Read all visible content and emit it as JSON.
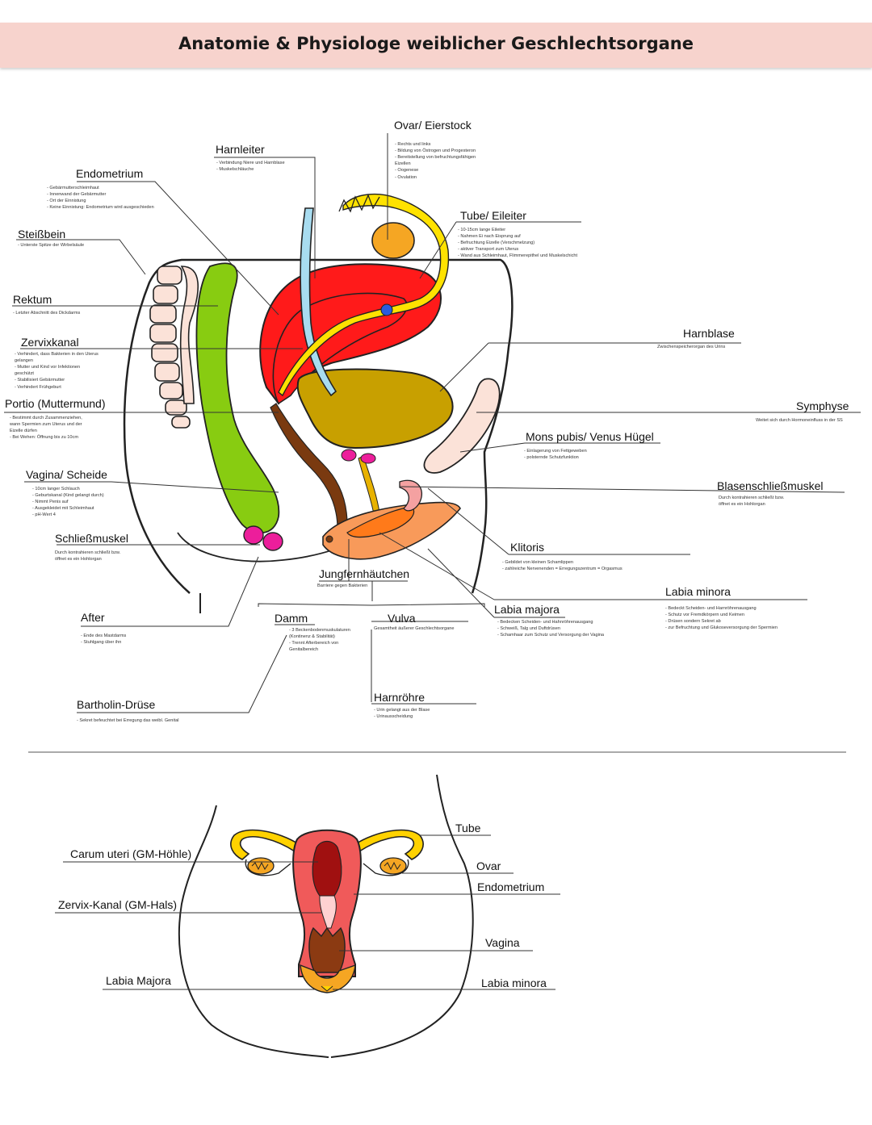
{
  "title": "Anatomie & Physiologe weiblicher Geschlechtsorgane",
  "labels": {
    "ovar": {
      "title": "Ovar/ Eierstock",
      "notes": [
        "- Rechts und links",
        "- Bildung von Östrogen und Progesteron",
        "- Bereitstellung von befruchtungsfähigen",
        "Eizellen",
        "- Oogenese",
        "- Ovulation"
      ]
    },
    "harnleiter": {
      "title": "Harnleiter",
      "notes": [
        "- Verbindung Niere und Harnblase",
        "- Muskelschläuche"
      ]
    },
    "endometrium": {
      "title": "Endometrium",
      "notes": [
        "- Gebärmutterschleimhaut",
        "- Innenwand der Gebärmutter",
        "- Ort der Einnistung",
        "- Keine Einnistung: Endometrium wird ausgeschieden"
      ]
    },
    "tube": {
      "title": "Tube/ Eileiter",
      "notes": [
        "- 10-15cm lange Eileiter",
        "- Nahmen Ei nach Eisprung auf",
        "- Befruchtung Eizelle (Verschmelzung)",
        "- aktiver Transport zum Uterus",
        "- Wand aus Schleimhaut, Flimmerepithel und Muskelschicht"
      ]
    },
    "steissbein": {
      "title": "Steißbein",
      "notes": [
        "- Unterste Spitze der Wirbelsäule"
      ]
    },
    "rektum": {
      "title": "Rektum",
      "notes": [
        "- Letzter Abschnitt des Dickdarms"
      ]
    },
    "harnblase": {
      "title": "Harnblase",
      "notes": [
        "Zwischenspeicherorgan des Urins"
      ]
    },
    "zervixkanal": {
      "title": "Zervixkanal",
      "notes": [
        "- Verhindert, dass Bakterien in den Uterus",
        "gelangen",
        "- Mutter und Kind vor Infektionen",
        "geschützt",
        "- Stabilisiert Gebärmutter",
        "- Verhindert Frühgeburt"
      ]
    },
    "portio": {
      "title": "Portio (Muttermund)",
      "notes": [
        "- Bestimmt durch Zusammenziehen,",
        "wann Spermien zum Uterus und der",
        "Eizelle dürfen",
        "- Bei Wehen: Öffnung bis zu 10cm"
      ]
    },
    "symphyse": {
      "title": "Symphyse",
      "notes": [
        "Weitet sich durch Hormoneinfluss in der SS"
      ]
    },
    "mons": {
      "title": "Mons pubis/ Venus Hügel",
      "notes": [
        "- Einlagerung von Fettgeweben",
        "- polsternde Schutzfunktion"
      ]
    },
    "vagina": {
      "title": "Vagina/ Scheide",
      "notes": [
        "- 10cm langer Schlauch",
        "- Geburtskanal (Kind gelangt durch)",
        "- Nimmt Penis auf",
        "- Ausgekleidet mit Schleimhaut",
        "- pH-Wert 4"
      ]
    },
    "blasenschliess": {
      "title": "Blasenschließmuskel",
      "notes": [
        "Durch kontrahieren schließt bzw.",
        "öffnet es ein Hohlorgan"
      ]
    },
    "schliess": {
      "title": "Schließmuskel",
      "notes": [
        "Durch kontrahieren schließt bzw.",
        "öffnet es ein Hohlorgan"
      ]
    },
    "klitoris": {
      "title": "Klitoris",
      "notes": [
        "- Gebildet von kleinen Schamlippen",
        "- zahlreiche Nervenenden = Erregungszentrum = Orgasmus"
      ]
    },
    "jungfern": {
      "title": "Jungfernhäutchen",
      "notes": [
        "Barriere gegen Bakterien"
      ]
    },
    "labia_minora": {
      "title": "Labia minora",
      "notes": [
        "- Bedeckt Scheiden- und Harnröhrenausgang",
        "- Schutz vor Fremdkörpern und Keimen",
        "- Drüsen sondern Sekret ab",
        "- zur Befruchtung und Glukoseversorgung der Spermien"
      ]
    },
    "labia_majora": {
      "title": "Labia majora",
      "notes": [
        "- Bedecken Scheiden- und Hahnröhrenausgang",
        "- Schweiß, Talg und Duftdrüsen",
        "- Schamhaar zum Schutz und Versorgung der Vagina"
      ]
    },
    "after": {
      "title": "After",
      "notes": [
        "- Ende des Mastdarms",
        "- Stuhlgang über ihn"
      ]
    },
    "damm": {
      "title": "Damm",
      "notes": [
        "- 3 Beckenbodenmuskulaturen",
        "(Kontinenz & Stabilität)",
        "- Trennt Afterbereich von",
        "Genitalbereich"
      ]
    },
    "vulva": {
      "title": "Vulva",
      "notes": [
        "Gesamtheit äußerer Geschlechtsorgane"
      ]
    },
    "harnroehre": {
      "title": "Harnröhre",
      "notes": [
        "- Urin gelangt aus der Blase",
        "- Urinausscheidung"
      ]
    },
    "bartholin": {
      "title": "Bartholin-Drüse",
      "notes": [
        "- Sekret befeuchtet bei Erregung das weibl. Genital"
      ]
    }
  },
  "front_view": {
    "tube": "Tube",
    "ovar": "Ovar",
    "endometrium": "Endometrium",
    "vagina": "Vagina",
    "labia_minora": "Labia minora",
    "carum": "Carum uteri (GM-Höhle)",
    "zervix": "Zervix-Kanal (GM-Hals)",
    "labia_majora": "Labia Majora"
  },
  "colors": {
    "banner": "#f7d3cd",
    "uterus": "#ff1a1a",
    "rectum": "#88cc11",
    "bladder": "#c8a000",
    "ureter": "#a8dcf0",
    "tube": "#ffe200",
    "ovary": "#f5a623",
    "sphincter": "#ec1e9b",
    "vagina_canal": "#7a3a10",
    "vulva": "#f89a5a",
    "bone": "#fbe2d8"
  }
}
